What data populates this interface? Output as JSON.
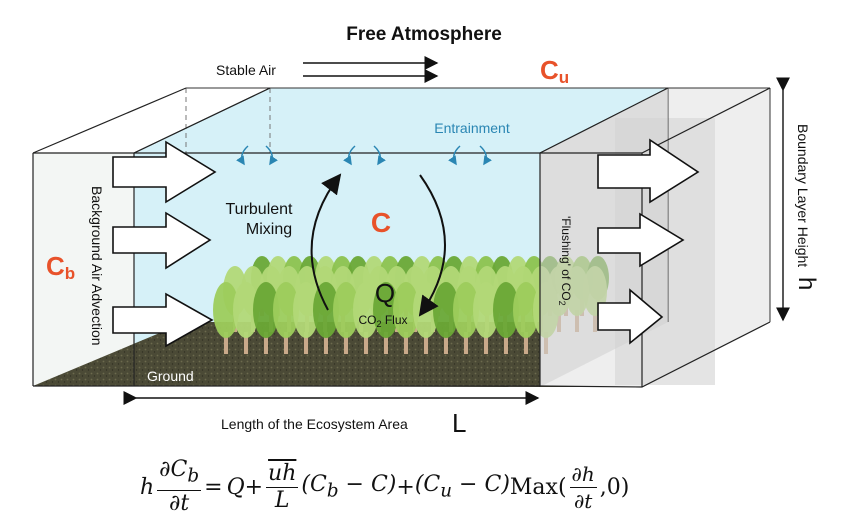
{
  "labels": {
    "free_atmosphere": "Free Atmosphere",
    "stable_air": "Stable Air",
    "cu": "C",
    "cu_sub": "u",
    "entrainment": "Entrainment",
    "boundary_layer_height": "Boundary Layer Height",
    "h": "h",
    "background_advection": "Background Air Advection",
    "cb": "C",
    "cb_sub": "b",
    "turbulent": "Turbulent",
    "mixing": "Mixing",
    "c": "C",
    "q": "Q",
    "co2_flux_a": "CO",
    "co2_flux_sub": "2",
    "co2_flux_b": " Flux",
    "flushing": "'Flushing' of CO",
    "flushing_sub": "2",
    "ground": "Ground",
    "length": "Length of the Ecosystem Area",
    "L": "L"
  },
  "equation": {
    "lhs_h": "h",
    "dCb": "∂C",
    "dCb_sub": "b",
    "dt": "∂t",
    "eq": "=",
    "Q": "Q",
    "plus1": "+",
    "uh": "uh",
    "L": "L",
    "term2": "(C",
    "term2_sub": "b",
    "term2_end": " − C)",
    "plus2": "+",
    "term3": "(C",
    "term3_sub": "u",
    "term3_end": " − C)",
    "max": "Max(",
    "dh": "∂h",
    "dt2": "∂t",
    "tail": ",0)"
  },
  "colors": {
    "orange": "#e8522a",
    "teal": "#2a86b3",
    "sky": "#d6f1f8",
    "ground": "#4f4f3a",
    "tree_dark": "#6fae3a",
    "tree_light": "#a8d46a"
  }
}
